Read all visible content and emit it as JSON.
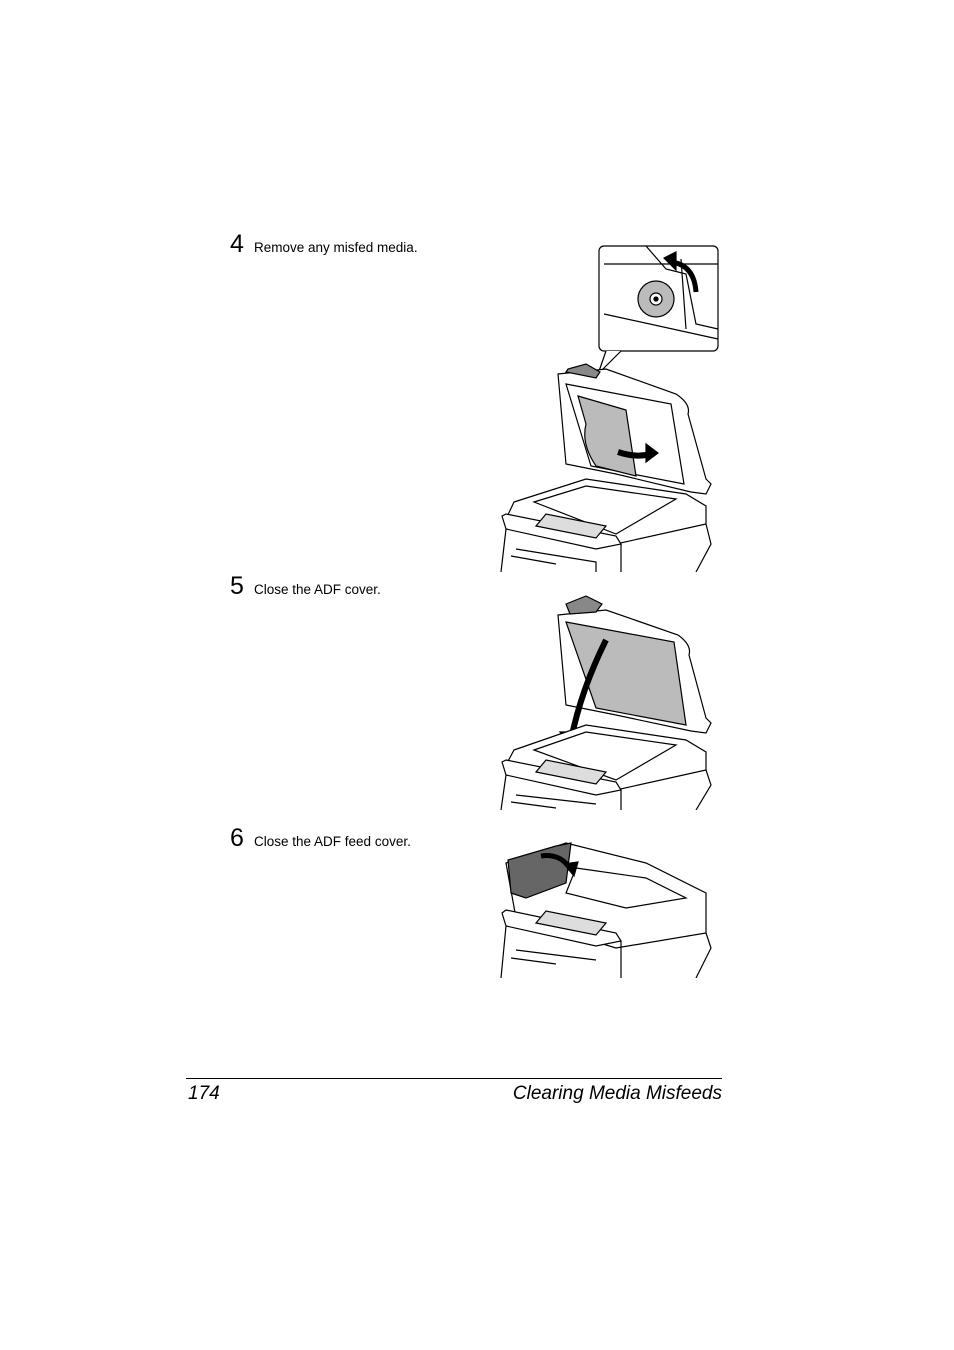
{
  "steps": [
    {
      "number": "4",
      "text": "Remove any misfed media."
    },
    {
      "number": "5",
      "text": "Close the ADF cover."
    },
    {
      "number": "6",
      "text": "Close the ADF feed cover."
    }
  ],
  "footer": {
    "page_number": "174",
    "section_title": "Clearing Media Misfeeds"
  }
}
